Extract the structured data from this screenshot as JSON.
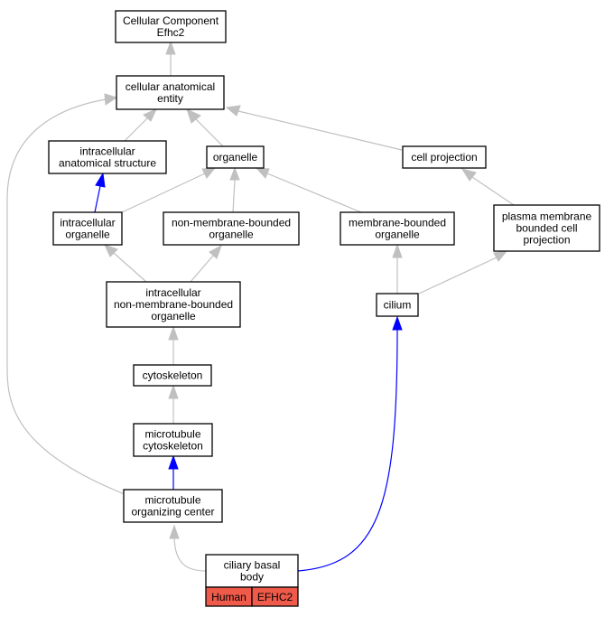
{
  "colors": {
    "gray_edge": "#c0c0c0",
    "blue_edge": "#0000ff",
    "node_border": "#000000",
    "highlight_fill": "#ef5a4a"
  },
  "nodes": {
    "root": [
      "Cellular Component",
      "Efhc2"
    ],
    "cae": [
      "cellular anatomical",
      "entity"
    ],
    "ias": [
      "intracellular",
      "anatomical structure"
    ],
    "org": [
      "organelle"
    ],
    "cp": [
      "cell projection"
    ],
    "io": [
      "intracellular",
      "organelle"
    ],
    "nmbo": [
      "non-membrane-bounded",
      "organelle"
    ],
    "mbo": [
      "membrane-bounded",
      "organelle"
    ],
    "pmbcp": [
      "plasma membrane",
      "bounded cell",
      "projection"
    ],
    "inmbo": [
      "intracellular",
      "non-membrane-bounded",
      "organelle"
    ],
    "cil": [
      "cilium"
    ],
    "cyt": [
      "cytoskeleton"
    ],
    "mtc": [
      "microtubule",
      "cytoskeleton"
    ],
    "moc": [
      "microtubule",
      "organizing center"
    ],
    "cbb": [
      "ciliary basal",
      "body"
    ]
  },
  "tags": {
    "species": "Human",
    "gene": "EFHC2"
  }
}
